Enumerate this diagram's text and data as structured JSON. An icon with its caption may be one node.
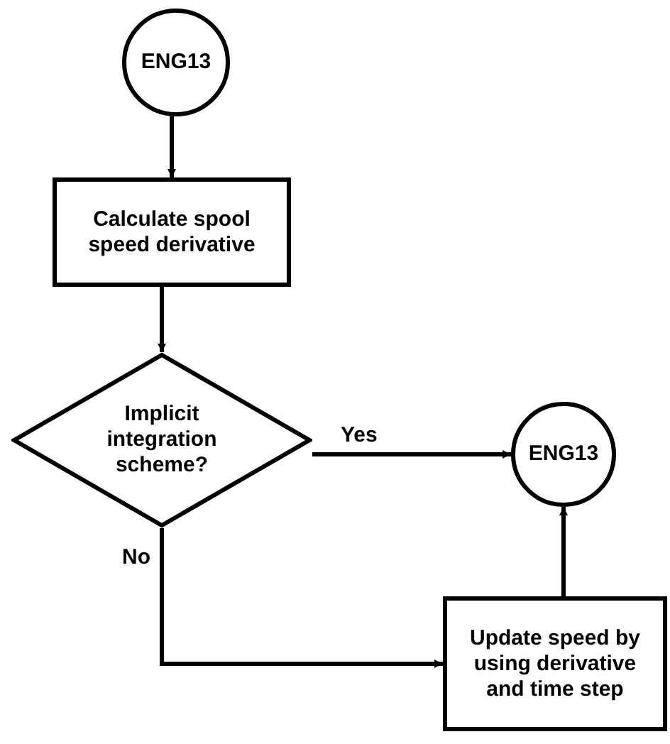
{
  "diagram": {
    "nodes": [
      {
        "text": [
          "ENG13"
        ]
      },
      {
        "text": [
          "Calculate spool speed derivative"
        ]
      },
      {
        "text": [
          "Implicit integration scheme?"
        ]
      },
      {
        "text": [
          "ENG13"
        ]
      },
      {
        "text": [
          "Update speed by using derivative and time step"
        ]
      }
    ],
    "edges": [
      {
        "from": 0,
        "to": 1,
        "arrow": "to"
      },
      {
        "from": 1,
        "to": 2,
        "arrow": "to"
      },
      {
        "from": 2,
        "to": 3,
        "arrow": "to",
        "label": "Yes"
      },
      {
        "from": 2,
        "to": 4,
        "arrow": "to",
        "label": "No"
      },
      {
        "from": 4,
        "to": 3,
        "arrow": "to"
      }
    ]
  }
}
